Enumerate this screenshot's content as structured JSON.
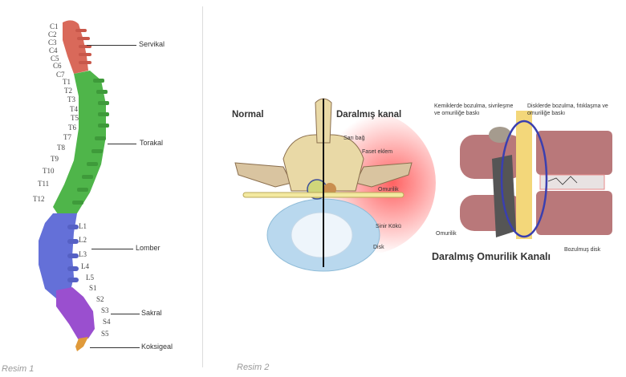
{
  "figure1": {
    "caption": "Resim 1",
    "levels": {
      "cervical": [
        "C1",
        "C2",
        "C3",
        "C4",
        "C5",
        "C6",
        "C7"
      ],
      "thoracic": [
        "T1",
        "T2",
        "T3",
        "T4",
        "T5",
        "T6",
        "T7",
        "T8",
        "T9",
        "T10",
        "T11",
        "T12"
      ],
      "lumbar": [
        "L1",
        "L2",
        "L3",
        "L4",
        "L5"
      ],
      "sacral": [
        "S1",
        "S2",
        "S3",
        "S4",
        "S5"
      ]
    },
    "regions": {
      "servikal": "Servikal",
      "torakal": "Torakal",
      "lomber": "Lomber",
      "sakral": "Sakral",
      "koksigeal": "Koksigeal"
    },
    "colors": {
      "cervical": "#d9695a",
      "thoracic": "#4fb54a",
      "lumbar": "#6470d8",
      "sacral": "#9a4fcf",
      "coccyx": "#e09a3a"
    }
  },
  "figure2": {
    "caption": "Resim 2",
    "left_diagram": {
      "normal_label": "Normal",
      "narrowed_label": "Daralmış kanal",
      "annotations": {
        "sari_bag": "Sarı bağ",
        "faset_eklem": "Faset eklem",
        "omurilik": "Omurilik",
        "sinir_koku": "Sinir Kökü",
        "disk": "Disk"
      }
    },
    "right_diagram": {
      "title": "Daralmış Omurilik Kanalı",
      "annotations": {
        "bone_degeneration": "Kemiklerde bozulma, sivrileşme ve omuriliğe baskı",
        "disc_degeneration": "Disklerde bozulma, fıtıklaşma ve omuriliğe baskı",
        "omurilik": "Omurilik",
        "degenerated_disc": "Bozulmuş disk"
      }
    }
  }
}
